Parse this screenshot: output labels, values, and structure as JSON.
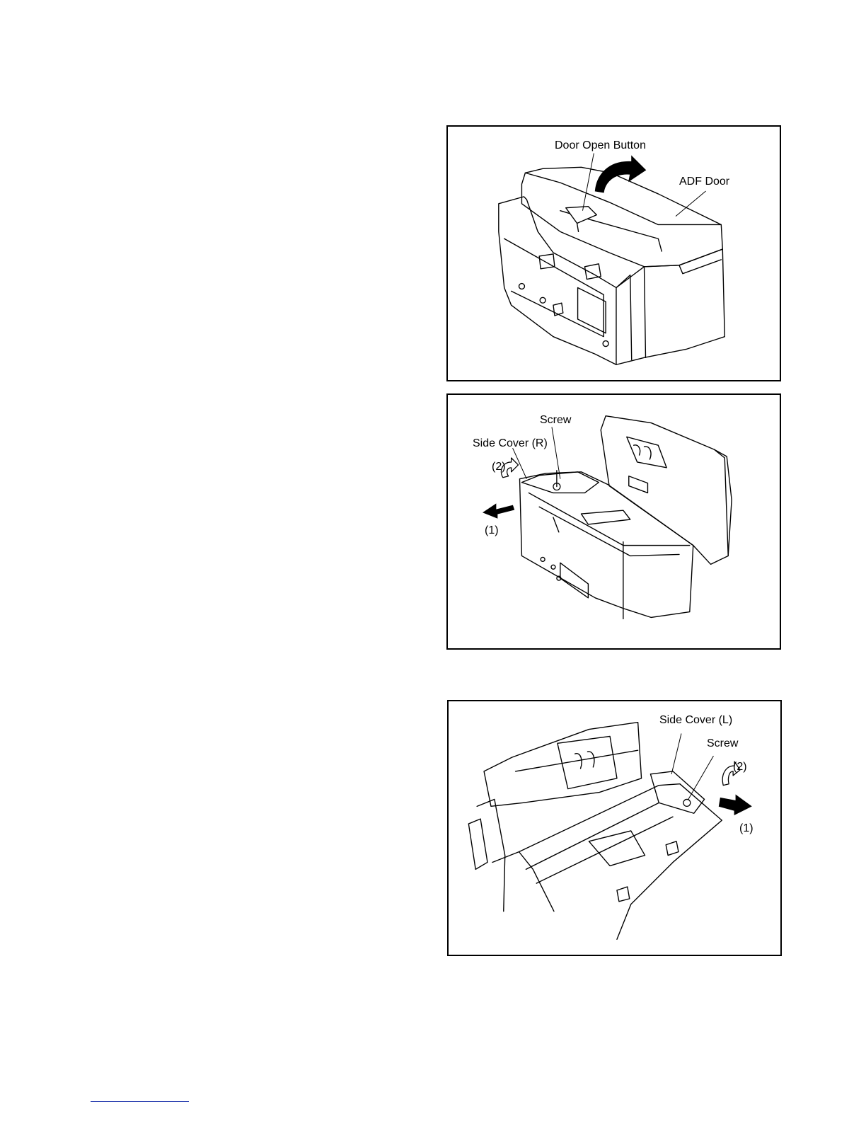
{
  "figures": [
    {
      "labels": {
        "door_open_button": "Door Open Button",
        "adf_door": "ADF Door"
      },
      "icons": [
        "curved-arrow-icon"
      ]
    },
    {
      "labels": {
        "screw": "Screw",
        "side_cover": "Side Cover (R)",
        "step2": "(2)",
        "step1": "(1)"
      },
      "icons": [
        "rotate-arrow-icon",
        "pull-arrow-icon"
      ]
    },
    {
      "labels": {
        "side_cover": "Side Cover (L)",
        "screw": "Screw",
        "step2": "(2)",
        "step1": "(1)"
      },
      "icons": [
        "rotate-arrow-icon",
        "pull-arrow-icon"
      ]
    }
  ]
}
